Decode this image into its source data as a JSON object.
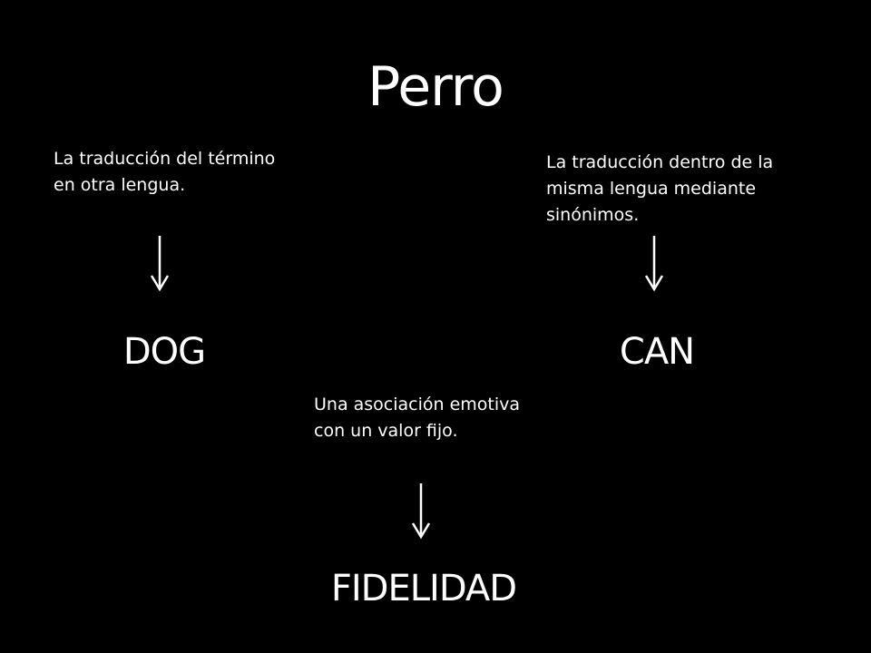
{
  "title": "Perro",
  "notes": {
    "left": "La traducción del término\nen otra lengua.",
    "right": "La traducción dentro de la\nmisma lengua mediante\nsinónimos.",
    "center": "Una asociación emotiva\ncon un valor fijo."
  },
  "words": {
    "left": "DOG",
    "right": "CAN",
    "center": "FIDELIDAD"
  },
  "colors": {
    "background": "#000000",
    "text": "#ffffff"
  },
  "icons": {
    "arrow": "down-arrow-icon"
  }
}
